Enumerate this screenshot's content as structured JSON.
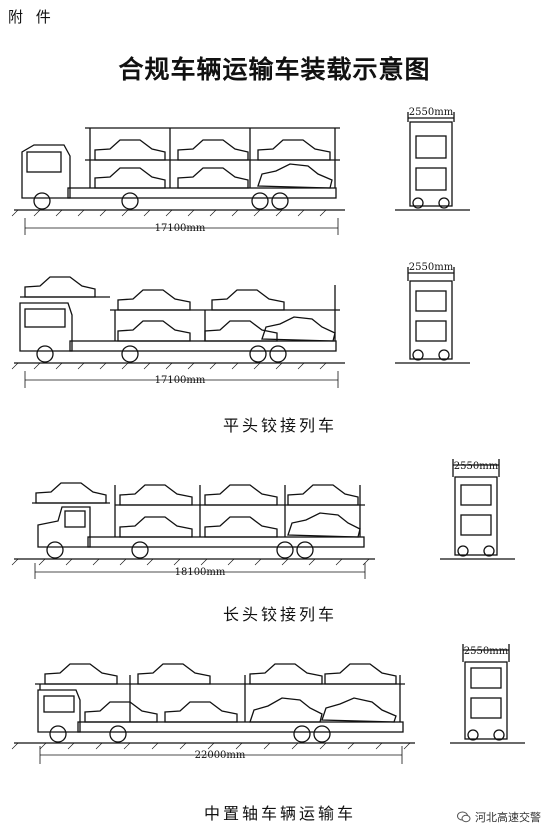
{
  "header": {
    "attachment_label": "附 件",
    "title": "合规车辆运输车装载示意图"
  },
  "figures": [
    {
      "length": "17100mm",
      "width": "2550mm",
      "caption": ""
    },
    {
      "length": "17100mm",
      "width": "2550mm",
      "caption": "平头铰接列车"
    },
    {
      "length": "18100mm",
      "width": "2550mm",
      "caption": "长头铰接列车"
    },
    {
      "length": "22000mm",
      "width": "2550mm",
      "caption": "中置轴车辆运输车"
    }
  ],
  "watermark": {
    "text": "河北高速交警",
    "icon": "wechat-icon"
  }
}
